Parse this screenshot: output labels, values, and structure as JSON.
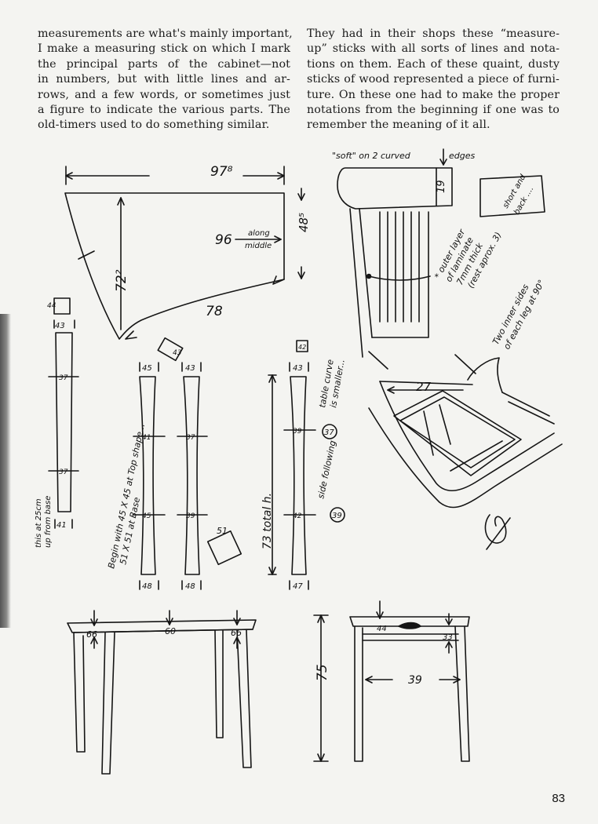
{
  "left_column": [
    "measurements are what's mainly important,",
    "I make a measuring stick on which I mark",
    "the principal parts of the cabinet—not",
    "in numbers, but with little lines and ar-",
    "rows, and a few words, or sometimes just",
    "a figure to indicate the various parts. The",
    "old-timers used to do something similar."
  ],
  "right_column": [
    "They had in their shops these “measure-",
    "up” sticks with all sorts of lines and nota-",
    "tions on them. Each of these quaint, dusty",
    "sticks of wood represented a piece of furni-",
    "ture. On these one had to make the proper",
    "notations from the beginning if one was to",
    "remember the meaning of it all."
  ],
  "sketch_top": {
    "width": "97⁸",
    "along_middle_value": "96",
    "along_label": "along",
    "middle_label": "middle",
    "depth": "72²",
    "right_edge": "48⁵",
    "curve": "78"
  },
  "leg_sticks": {
    "stick_far_left": {
      "square": "44",
      "top": "43",
      "mid1": "37",
      "mid2": "37",
      "bottom": "41"
    },
    "far_left_note": [
      "this at 25cm",
      "up from base"
    ],
    "small_square": "43",
    "begin_note": [
      "Begin with 45 X 45 at Top shape...",
      "51 X 51 at Base"
    ],
    "stick_a": {
      "top": "45",
      "upper": "41",
      "lower": "45",
      "bottom": "48"
    },
    "stick_b": {
      "top": "43",
      "upper": "37",
      "lower": "39",
      "bottom": "48"
    },
    "tilted_square": "51",
    "total_height_label": "73   total h.",
    "stick_c": {
      "square": "42",
      "top": "43",
      "upper": "39",
      "lower": "42",
      "bottom": "47",
      "circle1": "37",
      "circle2": "39"
    },
    "table_curve_note": [
      "table curve",
      "is smaller..."
    ],
    "side_following": "side following"
  },
  "sketch_corner": {
    "soft_note": "\"soft\" on 2 curved",
    "edges": "edges",
    "height": "19",
    "short_and_back": [
      "short and",
      "back ...."
    ],
    "laminate_note": [
      "* outer layer",
      "of laminate",
      "7mm thick",
      "(rest aprox. 3)"
    ],
    "inner_sides_note": [
      "Two inner sides",
      "of each leg at 90°"
    ],
    "dimension": "27"
  },
  "front_view": {
    "left": "66",
    "middle": "60",
    "right": "66"
  },
  "side_view": {
    "height": "75",
    "apron": "44",
    "right": "33",
    "depth": "39"
  },
  "page_number": "83"
}
